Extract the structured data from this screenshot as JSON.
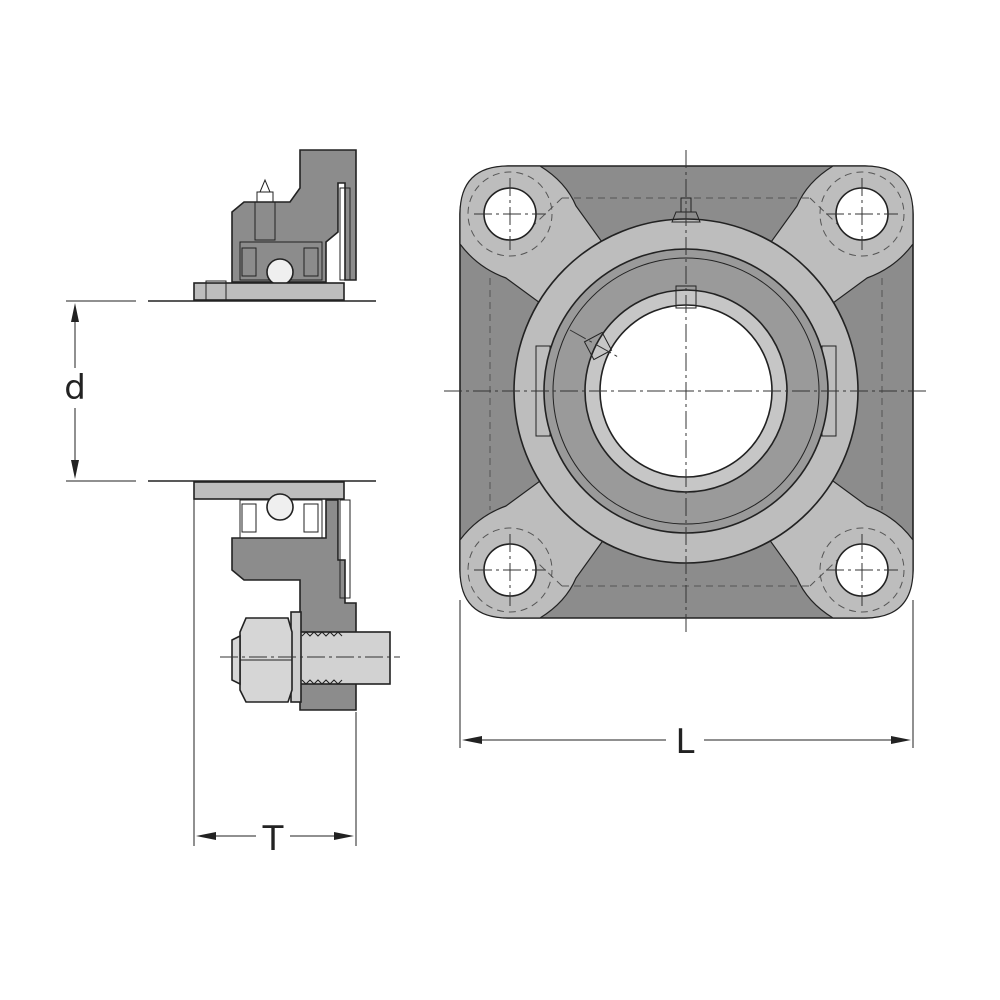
{
  "dimensions": {
    "bore_label": "d",
    "width_label": "T",
    "length_label": "L"
  },
  "colors": {
    "housing_dark": "#8c8c8c",
    "housing_light": "#bfbfbf",
    "housing_mid": "#a3a3a3",
    "bearing_ring": "#9a9a9a",
    "inner_ring": "#c6c6c6",
    "bolt": "#d2d2d2",
    "outline": "#222222",
    "background": "#ffffff"
  }
}
